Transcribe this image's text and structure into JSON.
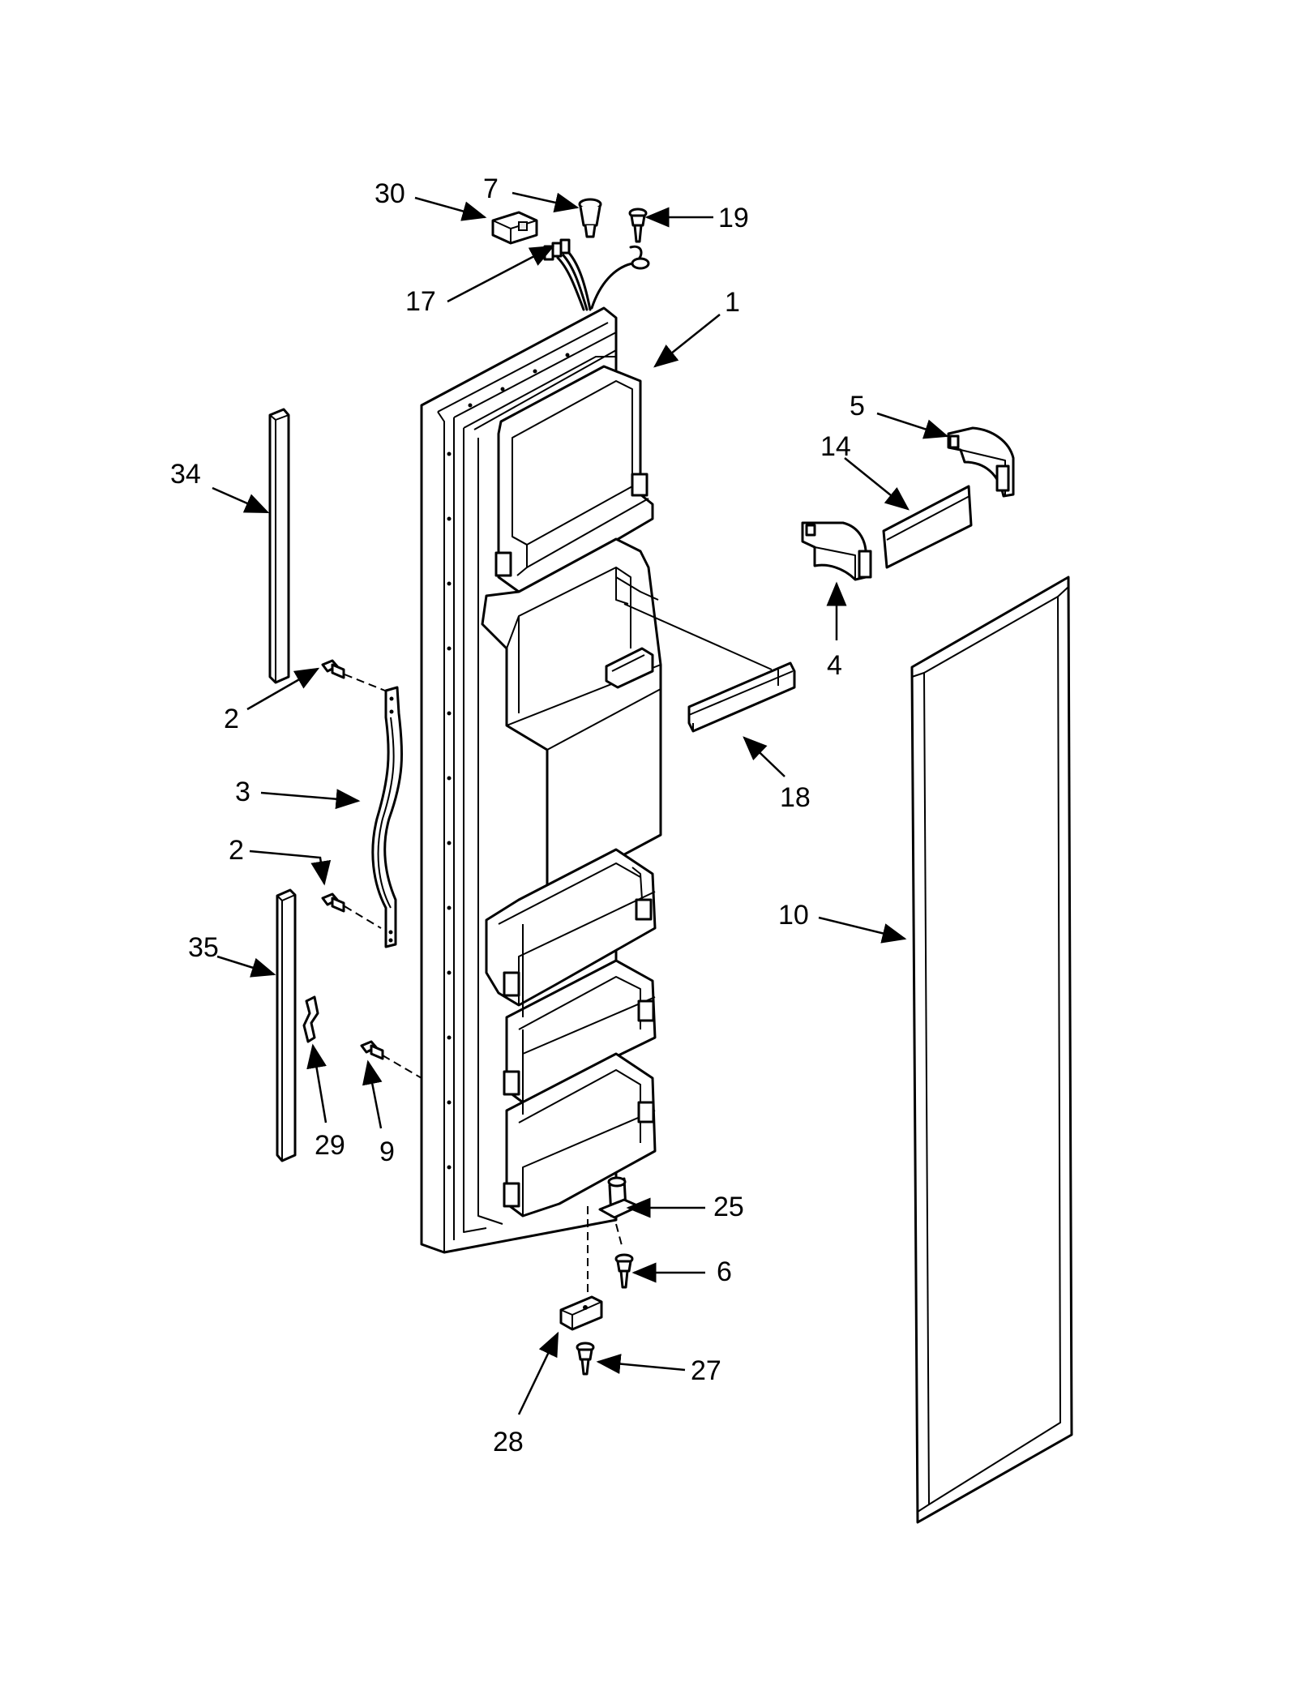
{
  "diagram": {
    "labels": [
      {
        "id": "30",
        "text": "30"
      },
      {
        "id": "7",
        "text": "7"
      },
      {
        "id": "19",
        "text": "19"
      },
      {
        "id": "17",
        "text": "17"
      },
      {
        "id": "1",
        "text": "1"
      },
      {
        "id": "5",
        "text": "5"
      },
      {
        "id": "14",
        "text": "14"
      },
      {
        "id": "34",
        "text": "34"
      },
      {
        "id": "4",
        "text": "4"
      },
      {
        "id": "2a",
        "text": "2"
      },
      {
        "id": "3",
        "text": "3"
      },
      {
        "id": "18",
        "text": "18"
      },
      {
        "id": "2b",
        "text": "2"
      },
      {
        "id": "10",
        "text": "10"
      },
      {
        "id": "35",
        "text": "35"
      },
      {
        "id": "29",
        "text": "29"
      },
      {
        "id": "9",
        "text": "9"
      },
      {
        "id": "25",
        "text": "25"
      },
      {
        "id": "6",
        "text": "6"
      },
      {
        "id": "27",
        "text": "27"
      },
      {
        "id": "28",
        "text": "28"
      }
    ]
  }
}
